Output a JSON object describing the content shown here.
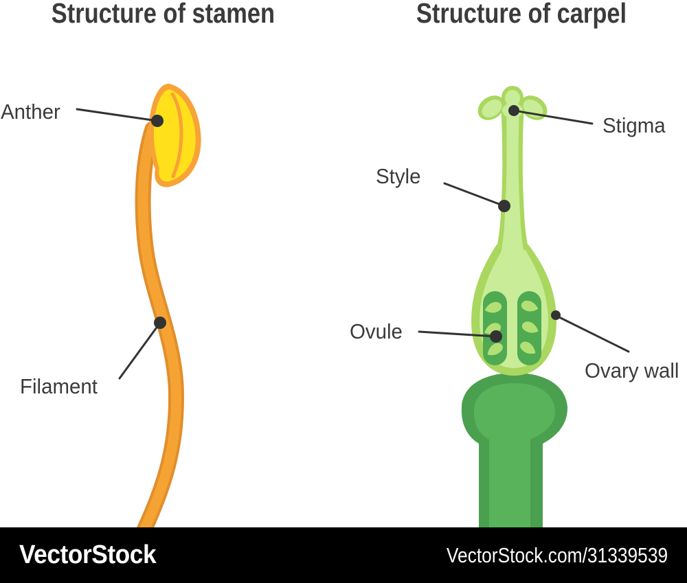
{
  "palette": {
    "background": "#ffffff",
    "text_dark": "#3b3b3b",
    "leader_dark": "#333333",
    "anther_yellow": "#ffe01a",
    "anther_orange": "#f7a337",
    "filament_orange": "#f5a433",
    "filament_outline": "#e28e2c",
    "carpel_mid_green": "#a9d75f",
    "carpel_light_green": "#c8ec97",
    "locule_green": "#4faa52",
    "ovule_green": "#b2e075",
    "pedicel_dark_green": "#4ba04f",
    "pedicel_light_green": "#58b35b",
    "watermark_bg": "#000000",
    "watermark_text": "#ffffff"
  },
  "stamen": {
    "title": "Structure of stamen",
    "labels": {
      "anther": "Anther",
      "filament": "Filament"
    }
  },
  "carpel": {
    "title": "Structure of carpel",
    "labels": {
      "stigma": "Stigma",
      "style": "Style",
      "ovule": "Ovule",
      "ovary_wall": "Ovary wall"
    }
  },
  "watermark": {
    "brand": "VectorStock",
    "credit": "VectorStock.com/31339539"
  }
}
